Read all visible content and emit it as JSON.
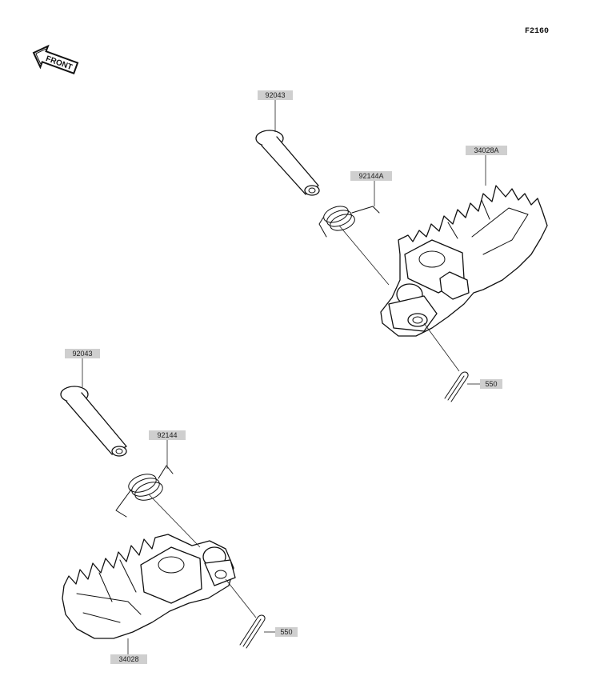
{
  "figure_id": "F2160",
  "front_label": "FRONT",
  "callouts": {
    "pin_upper": "92043",
    "spring_upper": "92144A",
    "peg_upper": "34028A",
    "cotter_upper": "550",
    "pin_lower": "92043",
    "spring_lower": "92144",
    "peg_lower": "34028",
    "cotter_lower": "550"
  }
}
